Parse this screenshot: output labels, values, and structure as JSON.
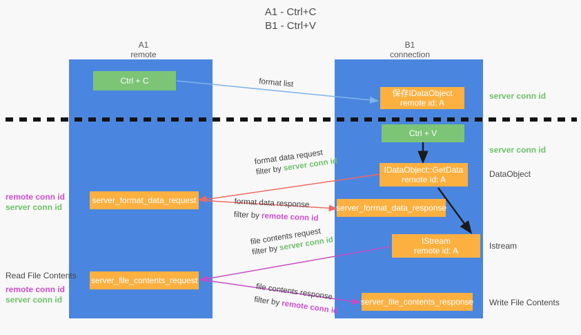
{
  "title": {
    "line1": "A1 - Ctrl+C",
    "line2": "B1 - Ctrl+V"
  },
  "columns": [
    {
      "name": "A1",
      "sub": "remote"
    },
    {
      "name": "B1",
      "sub": "connection"
    }
  ],
  "boxes": {
    "ctrl_c": "Ctrl + C",
    "ctrl_v": "Ctrl + V",
    "save_idataobject": "保存IDataObject\nremote id: A",
    "getdata": "IDataObject::GetData\nremote id: A",
    "istream": "IStream\nremote id: A",
    "server_format_data_request": "server_format_data_request",
    "server_format_data_response": "server_format_data_response",
    "server_file_contents_request": "server_file_contents_request",
    "server_file_contents_response": "server_file_contents_response"
  },
  "arrow_labels": {
    "format_list": "format list",
    "format_data_request": "format data request",
    "format_data_request_filter_prefix": "filter by ",
    "format_data_request_filter_key": "server conn id",
    "format_data_response": "format data response",
    "format_data_response_filter_prefix": "filter by ",
    "format_data_response_filter_key": "remote conn id",
    "file_contents_request": "file contents request",
    "file_contents_request_filter_prefix": "filter by ",
    "file_contents_request_filter_key": "server conn id",
    "file_contents_response": "file contents response",
    "file_contents_response_filter_prefix": "filter by ",
    "file_contents_response_filter_key": "remote conn id"
  },
  "right_labels": {
    "server_conn_id_top": "server conn id",
    "server_conn_id_mid": "server conn id",
    "dataobject": "DataObject",
    "istream": "Istream",
    "write_file_contents": "Write File Contents"
  },
  "left_labels": {
    "ids_upper_remote": "remote conn id",
    "ids_upper_server": "server conn id",
    "read_file_contents": "Read File Contents",
    "ids_lower_remote": "remote conn id",
    "ids_lower_server": "server conn id"
  },
  "colors": {
    "lane": "#4a86df",
    "green_box": "#7cc576",
    "orange_box": "#fbb040",
    "green_text": "#6ec06a",
    "purple_text": "#cc4ecc",
    "blue_arrow": "#7fb5e8",
    "red_arrow": "#ef6a62",
    "magenta_arrow": "#c64cc6",
    "black_arrow": "#1a1a1a",
    "background": "#f8f8f8"
  }
}
